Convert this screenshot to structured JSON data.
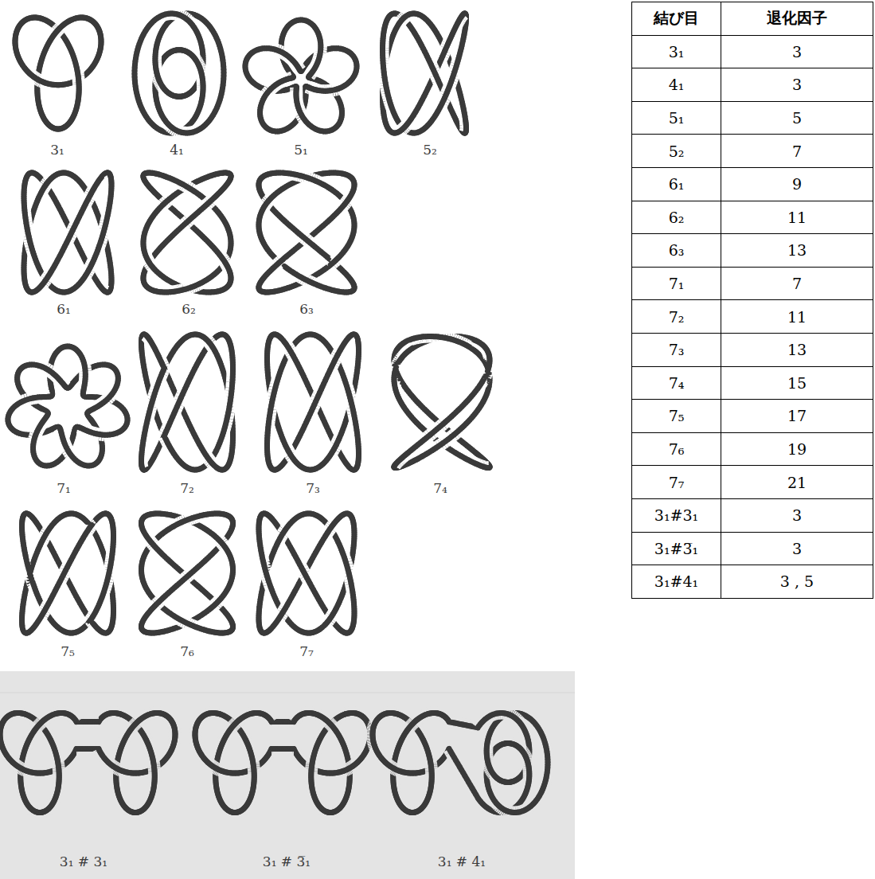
{
  "diagram": {
    "labels": [
      "3₁",
      "4₁",
      "5₁",
      "5₂",
      "6₁",
      "6₂",
      "6₃",
      "7₁",
      "7₂",
      "7₃",
      "7₄",
      "7₅",
      "7₆",
      "7₇",
      "3₁ # 3₁",
      "3₁ # 3̅₁",
      "3₁ # 4₁",
      "結び目",
      "退化因子",
      "3₁",
      "3",
      "4₁",
      "3",
      "5₁",
      "5",
      "5₂",
      "7",
      "6₁",
      "9",
      "6₂",
      "11",
      "6₃",
      "13",
      "7₁",
      "7",
      "7₂",
      "11",
      "7₃",
      "13",
      "7₄",
      "15",
      "7₅",
      "17",
      "7₆",
      "19",
      "7₇",
      "21",
      "3₁#3₁",
      "3",
      "3₁#3̅₁",
      "3",
      "3₁#4₁",
      "3 , 5"
    ]
  }
}
